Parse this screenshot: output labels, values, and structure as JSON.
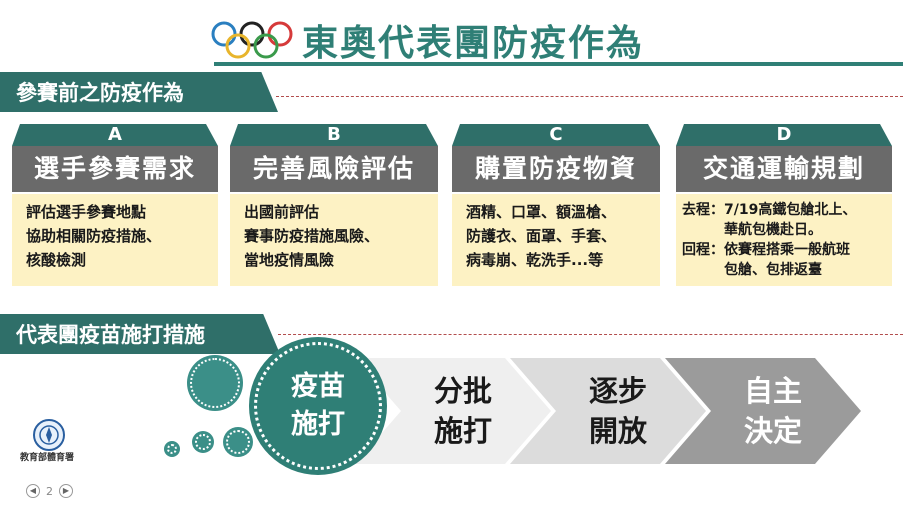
{
  "header": {
    "title": "東奧代表團防疫作為"
  },
  "section1": {
    "title": "參賽前之防疫作為"
  },
  "cards": [
    {
      "letter": "A",
      "heading": "選手參賽需求",
      "lines": [
        "評估選手參賽地點",
        "協助相關防疫措施、",
        "核酸檢測"
      ]
    },
    {
      "letter": "B",
      "heading": "完善風險評估",
      "lines": [
        "出國前評估",
        "賽事防疫措施風險、",
        "當地疫情風險"
      ]
    },
    {
      "letter": "C",
      "heading": "購置防疫物資",
      "lines": [
        "酒精、口罩、額溫槍、",
        "防護衣、面罩、手套、",
        "病毒崩、乾洗手...等"
      ]
    },
    {
      "letter": "D",
      "heading": "交通運輸規劃",
      "lines": [
        "去程：7/19高鐵包艙北上、",
        "　　　華航包機赴日。",
        "回程：依賽程搭乘一般航班",
        "　　　包艙、包排返臺"
      ]
    }
  ],
  "section2": {
    "title": "代表團疫苗施打措施"
  },
  "steps": {
    "step1": [
      "疫苗",
      "施打"
    ],
    "step2": [
      "分批",
      "施打"
    ],
    "step3": [
      "逐步",
      "開放"
    ],
    "step4": [
      "自主",
      "決定"
    ]
  },
  "logo": {
    "label": "教育部體育署"
  },
  "pager": {
    "page": "2"
  },
  "colors": {
    "accent": "#2f7f76",
    "card_body": "#fdf2c4",
    "card_head": "#6a6a6a"
  }
}
